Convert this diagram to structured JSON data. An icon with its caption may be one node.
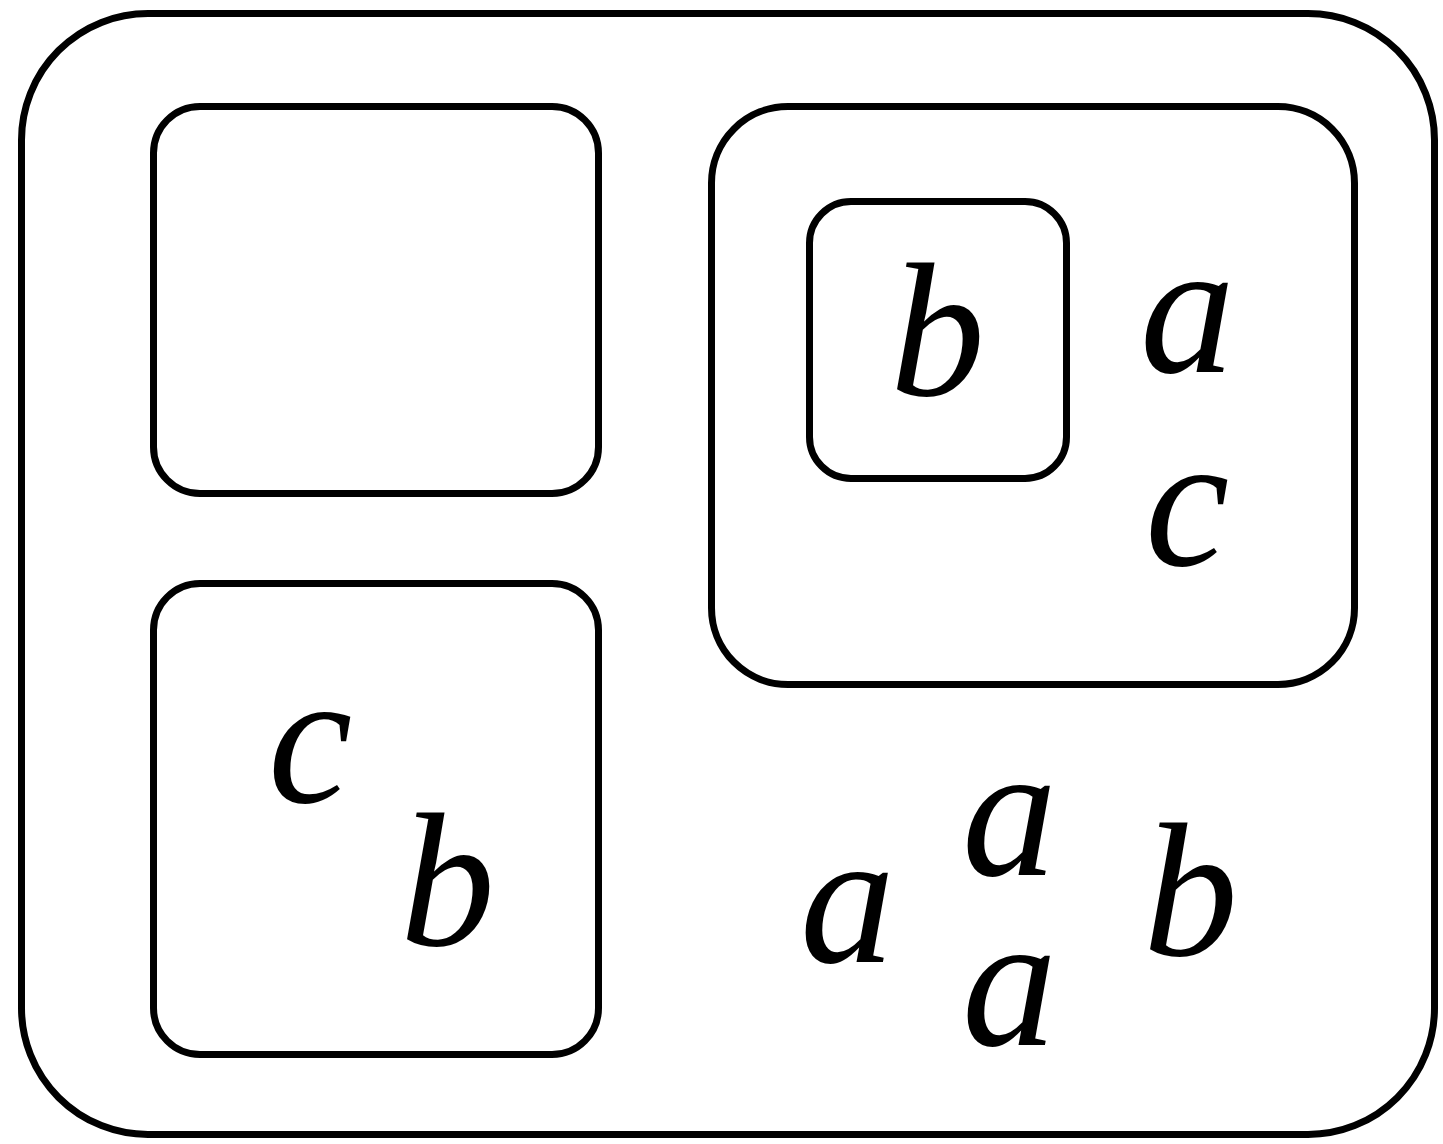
{
  "diagram": {
    "nodes": [
      {
        "text": [
          "a",
          "a",
          "b",
          "a"
        ]
      },
      {
        "text": [],
        "shape": "box",
        "in": 0
      },
      {
        "text": [
          "a",
          "c"
        ],
        "in": 0
      },
      {
        "text": [
          "b"
        ],
        "in": 2
      },
      {
        "text": [
          "c",
          "b"
        ],
        "in": 0
      }
    ]
  }
}
